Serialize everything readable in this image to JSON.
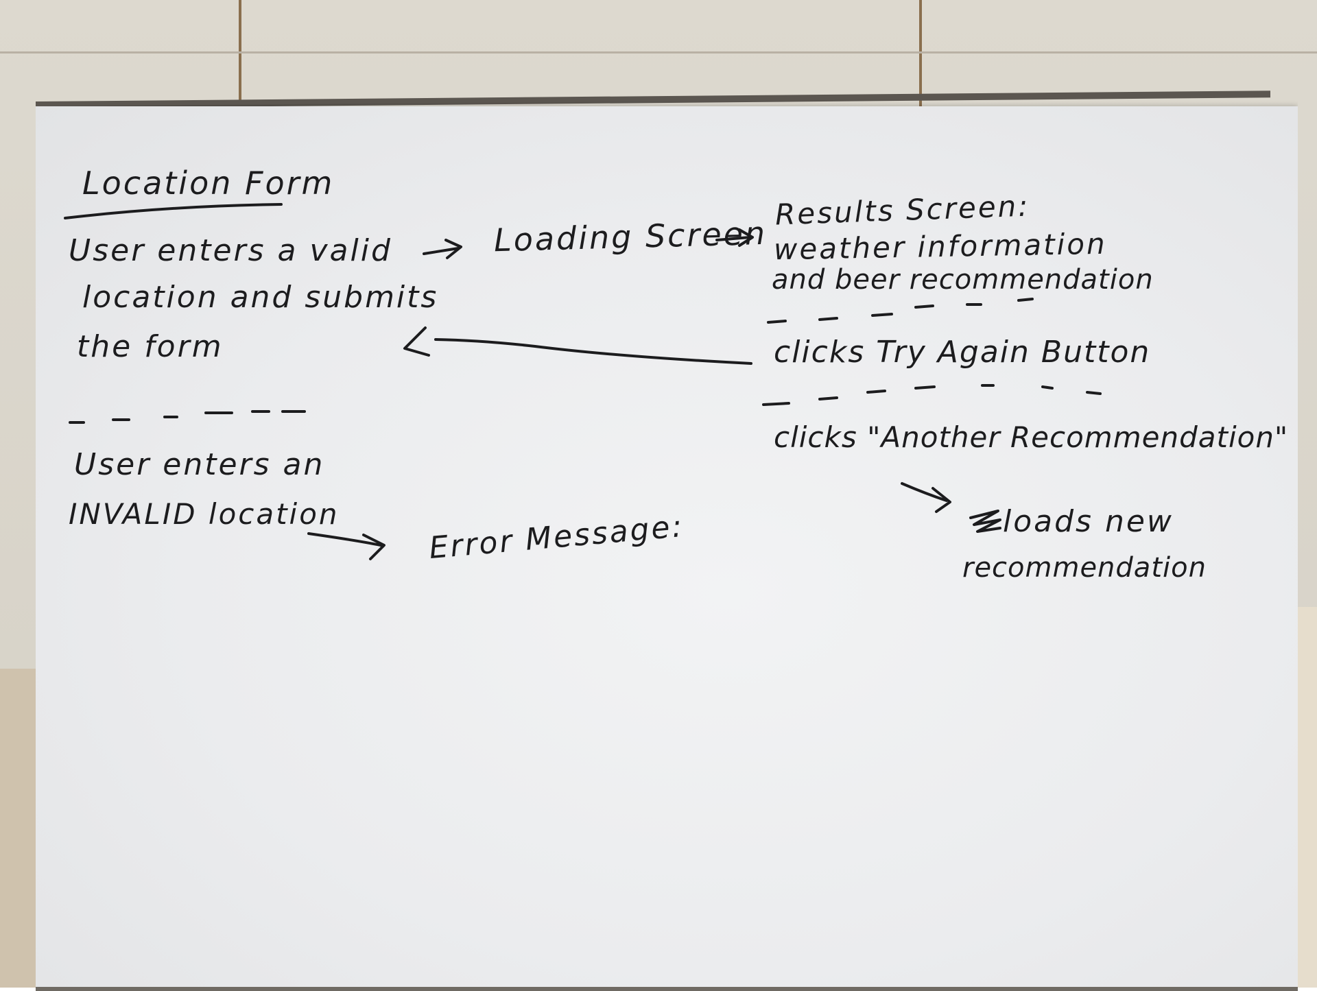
{
  "title": "Location Form",
  "left": {
    "valid_line1": "User enters a valid",
    "valid_line2": "location and submits",
    "valid_line3": "the form",
    "invalid_line1": "User enters an",
    "invalid_line2": "INVALID location"
  },
  "middle": {
    "loading": "Loading Screen",
    "error": "Error Message:"
  },
  "right": {
    "results_line1": "Results Screen:",
    "results_line2": "weather information",
    "results_line3": "and beer recommendation",
    "try_again": "clicks Try Again Button",
    "another": "clicks \"Another Recommendation\"",
    "loads_line1": "loads new",
    "loads_line2": "recommendation"
  }
}
